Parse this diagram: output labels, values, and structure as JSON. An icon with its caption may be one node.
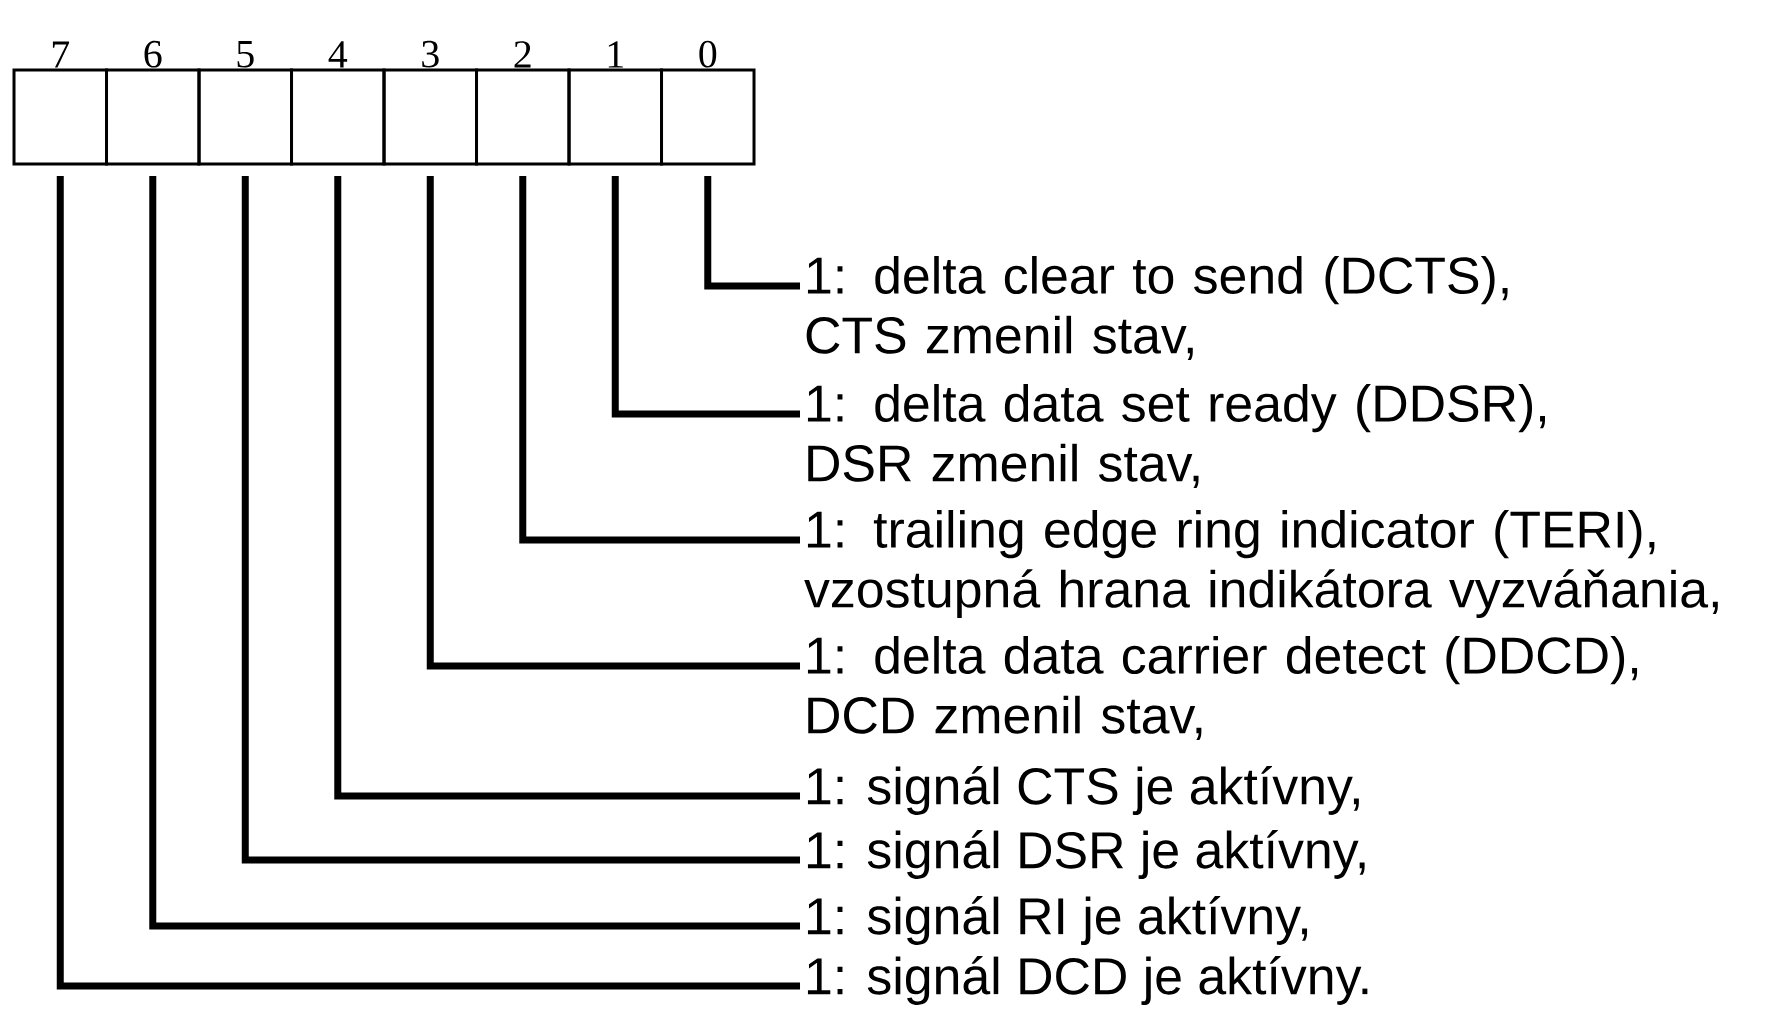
{
  "diagram": {
    "nodes": [
      {
        "text": [
          "7"
        ]
      },
      {
        "text": [
          "6"
        ]
      },
      {
        "text": [
          "5"
        ]
      },
      {
        "text": [
          "4"
        ]
      },
      {
        "text": [
          "3"
        ]
      },
      {
        "text": [
          "2"
        ]
      },
      {
        "text": [
          "1"
        ]
      },
      {
        "text": [
          "0"
        ]
      },
      {
        "text": [
          "1: delta clear to send (DCTS), CTS zmenil stav,"
        ]
      },
      {
        "text": [
          "1: delta data set ready (DDSR), DSR zmenil stav,"
        ]
      },
      {
        "text": [
          "1: trailing edge ring indicator (TERI), vzostupná hrana indikátora vyzváňania,"
        ]
      },
      {
        "text": [
          "1: delta data carrier detect (DDCD), DCD zmenil stav,"
        ]
      },
      {
        "text": [
          "1: signál CTS je aktívny,"
        ]
      },
      {
        "text": [
          "1: signál DSR je aktívny,"
        ]
      },
      {
        "text": [
          "1: signál RI je aktívny,"
        ]
      },
      {
        "text": [
          "1: signál DCD je aktívny."
        ]
      }
    ],
    "edges": [
      {
        "from": 7,
        "to": 8,
        "arrow": "none"
      },
      {
        "from": 6,
        "to": 9,
        "arrow": "none"
      },
      {
        "from": 5,
        "to": 10,
        "arrow": "none"
      },
      {
        "from": 4,
        "to": 11,
        "arrow": "none"
      },
      {
        "from": 3,
        "to": 12,
        "arrow": "none"
      },
      {
        "from": 2,
        "to": 13,
        "arrow": "none"
      },
      {
        "from": 1,
        "to": 14,
        "arrow": "none"
      },
      {
        "from": 0,
        "to": 15,
        "arrow": "none"
      }
    ]
  }
}
